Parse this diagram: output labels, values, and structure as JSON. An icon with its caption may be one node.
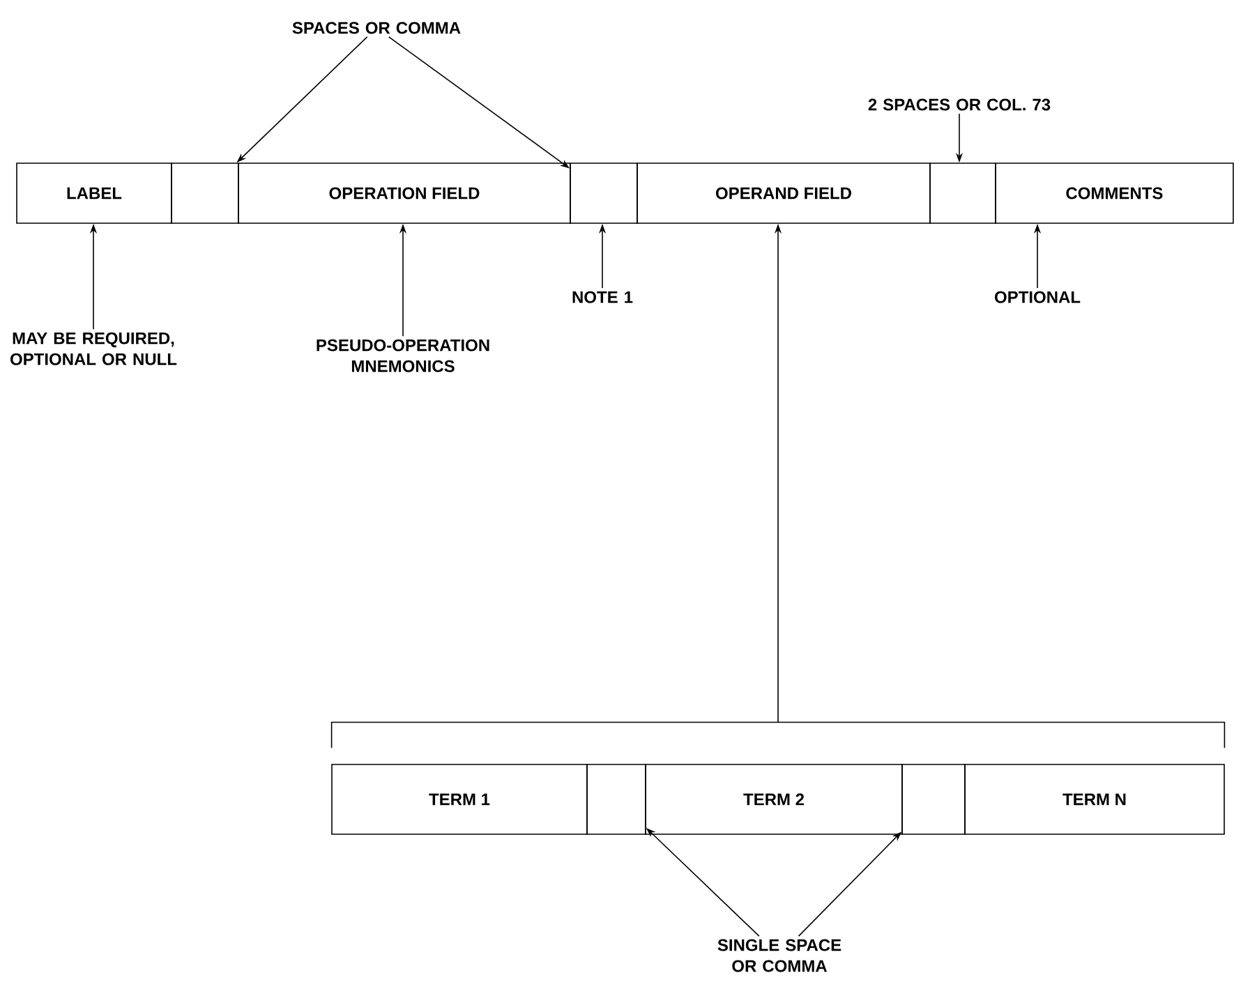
{
  "diagram": {
    "nodes": [
      {
        "text": [
          "LABEL"
        ]
      },
      {
        "text": [],
        "shape": "box"
      },
      {
        "text": [
          "OPERATION FIELD"
        ]
      },
      {
        "text": [],
        "shape": "box"
      },
      {
        "text": [
          "OPERAND FIELD"
        ]
      },
      {
        "text": [],
        "shape": "box"
      },
      {
        "text": [
          "COMMENTS"
        ]
      },
      {
        "text": [
          "SPACES OR COMMA"
        ]
      },
      {
        "text": [
          "2 SPACES OR COL. 73"
        ]
      },
      {
        "text": [
          "MAY BE REQUIRED, OPTIONAL OR NULL"
        ]
      },
      {
        "text": [
          "PSEUDO-OPERATION MNEMONICS"
        ]
      },
      {
        "text": [
          "NOTE 1"
        ]
      },
      {
        "text": [
          "OPTIONAL"
        ]
      },
      {
        "text": [],
        "shape": "bracket"
      },
      {
        "text": [
          "TERM 1"
        ]
      },
      {
        "text": [],
        "shape": "box"
      },
      {
        "text": [
          "TERM 2"
        ]
      },
      {
        "text": [],
        "shape": "box"
      },
      {
        "text": [
          "TERM N"
        ]
      },
      {
        "text": [
          "SINGLE SPACE OR COMMA"
        ]
      }
    ],
    "edges": [
      {
        "from": 7,
        "to": 1,
        "arrow": "to"
      },
      {
        "from": 7,
        "to": 3,
        "arrow": "to"
      },
      {
        "from": 8,
        "to": 5,
        "arrow": "to"
      },
      {
        "from": 9,
        "to": 0,
        "arrow": "to"
      },
      {
        "from": 10,
        "to": 2,
        "arrow": "to"
      },
      {
        "from": 11,
        "to": 3,
        "arrow": "to"
      },
      {
        "from": 12,
        "to": 6,
        "arrow": "to"
      },
      {
        "from": 13,
        "to": 4,
        "arrow": "to"
      },
      {
        "from": 19,
        "to": 15,
        "arrow": "to"
      },
      {
        "from": 19,
        "to": 17,
        "arrow": "to"
      }
    ]
  }
}
